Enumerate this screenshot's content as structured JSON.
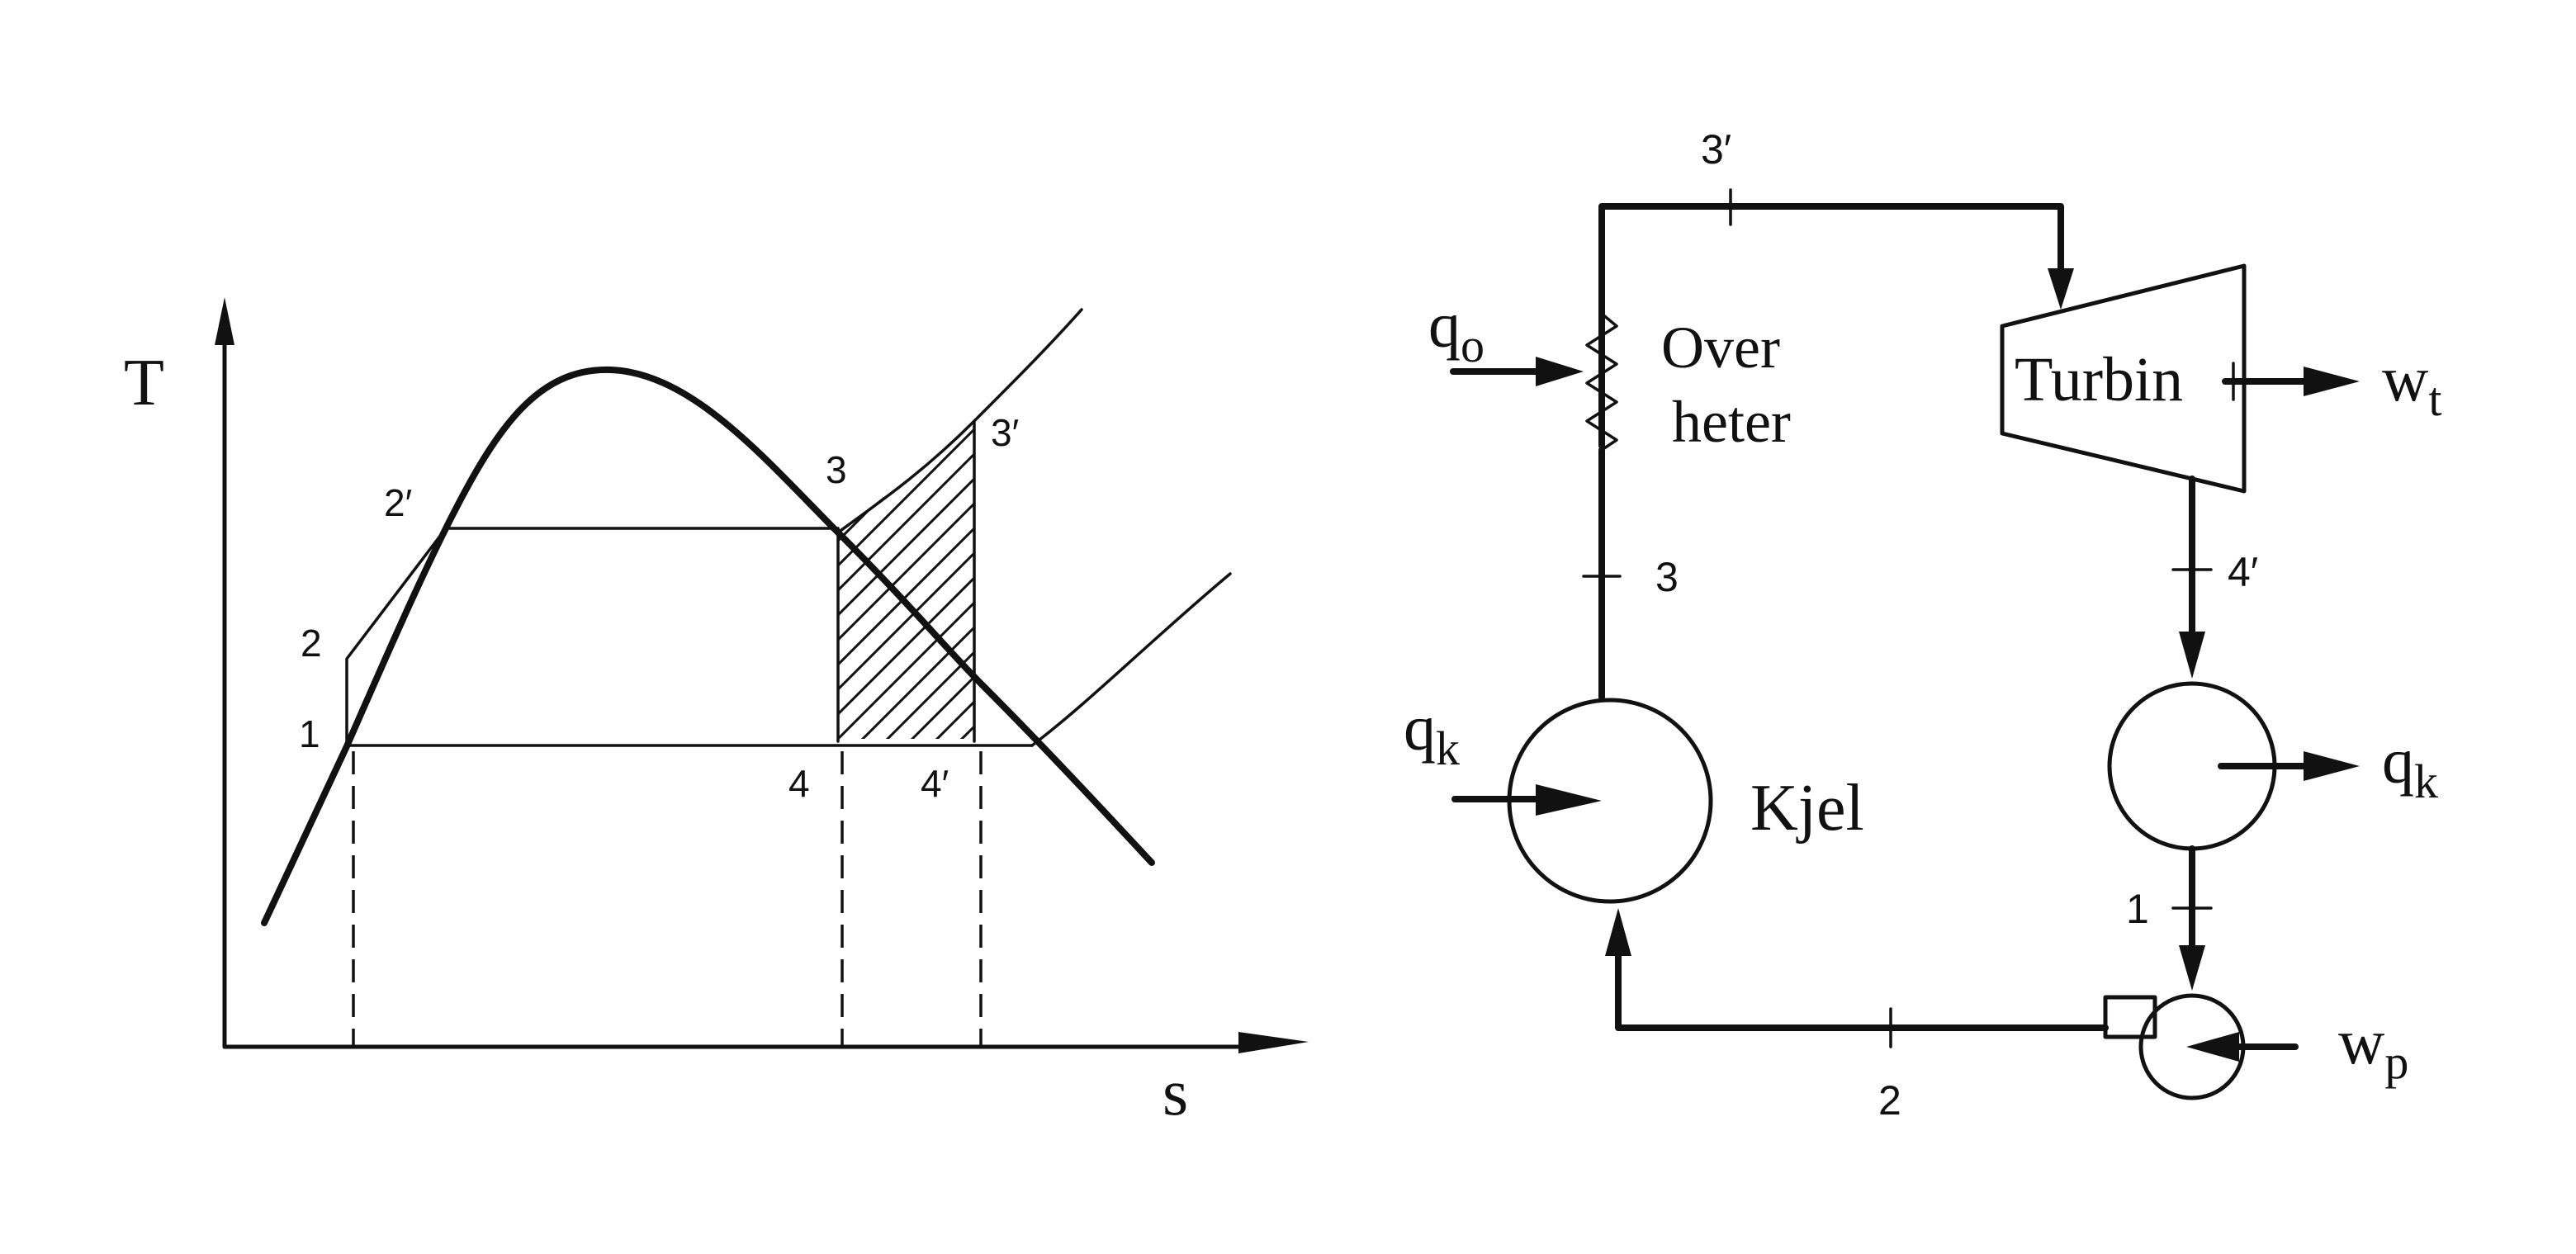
{
  "ts_diagram": {
    "axis_t": "T",
    "axis_s": "s",
    "points": {
      "p1": "1",
      "p2": "2",
      "p2p": "2′",
      "p3": "3",
      "p3p": "3′",
      "p4": "4",
      "p4p": "4′"
    }
  },
  "schematic": {
    "superheater": {
      "line1": "Over",
      "line2": "heter"
    },
    "turbine": "Turbin",
    "boiler": "Kjel",
    "heat_in_superheater": {
      "main": "q",
      "sub": "o"
    },
    "heat_in_boiler": {
      "main": "q",
      "sub": "k"
    },
    "heat_out_condenser": {
      "main": "q",
      "sub": "k"
    },
    "work_turbine": {
      "main": "w",
      "sub": "t"
    },
    "work_pump": {
      "main": "w",
      "sub": "p"
    },
    "state_labels": {
      "s3p": "3′",
      "s3": "3",
      "s4p": "4′",
      "s1": "1",
      "s2": "2"
    }
  }
}
